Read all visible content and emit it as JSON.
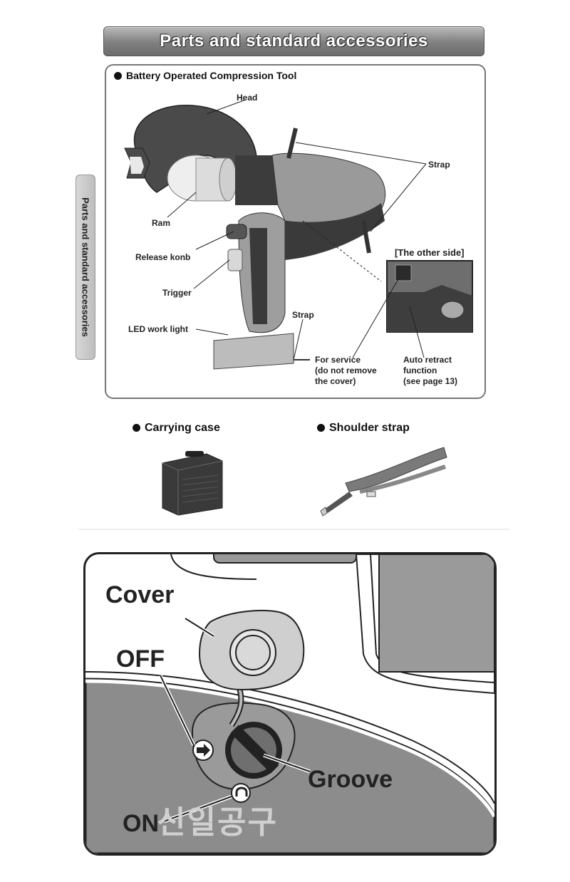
{
  "header": {
    "title": "Parts and standard accessories"
  },
  "side_tab": {
    "label": "Parts and standard accessories"
  },
  "tool_panel": {
    "title": "Battery Operated Compression Tool",
    "callouts": {
      "head": "Head",
      "ram": "Ram",
      "release": "Release konb",
      "trigger": "Trigger",
      "led": "LED work light",
      "strap_top": "Strap",
      "strap_bottom": "Strap",
      "other_side": "[The other side]",
      "service_1": "For service",
      "service_2": "(do not remove",
      "service_3": "the cover)",
      "retract_1": "Auto retract",
      "retract_2": "function",
      "retract_3": "(see page 13)"
    }
  },
  "accessories": {
    "case": "Carrying case",
    "strap": "Shoulder strap"
  },
  "cover_diagram": {
    "cover": "Cover",
    "off": "OFF",
    "groove": "Groove",
    "on": "ON"
  },
  "watermark": {
    "text": "신일공구"
  },
  "colors": {
    "banner": "#7f7f7f",
    "tool_body": "#4a4a4a",
    "panel_border": "#777777"
  }
}
